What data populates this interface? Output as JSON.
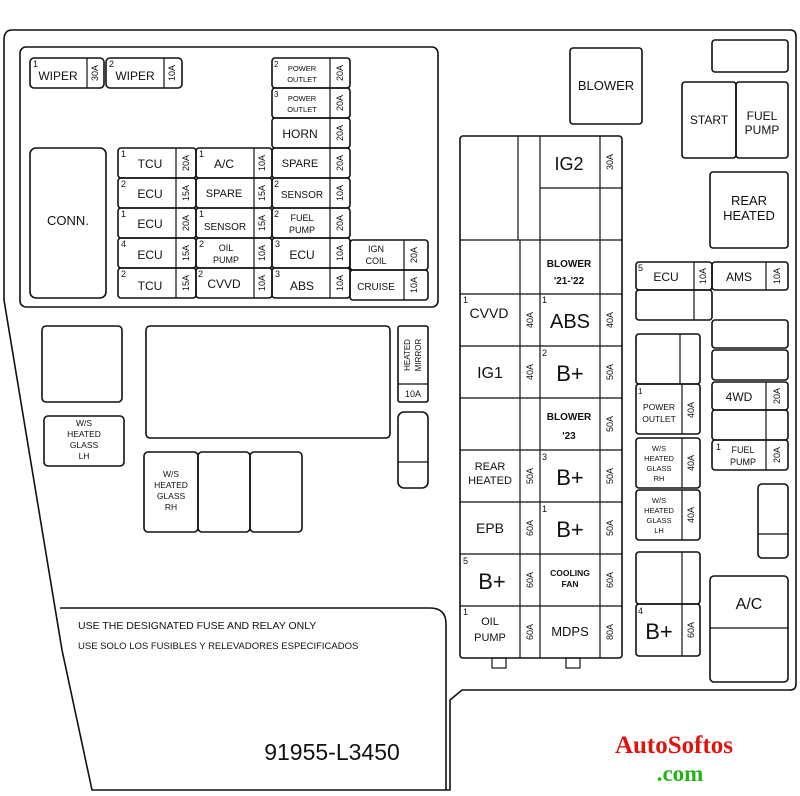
{
  "part_number": "91955-L3450",
  "notice": {
    "line1": "USE THE DESIGNATED FUSE AND RELAY ONLY",
    "line2": "USE SOLO LOS FUSIBLES Y RELEVADORES ESPECIFICADOS"
  },
  "watermark": {
    "line1": "AutoSoftos",
    "line2": ".com"
  },
  "colors": {
    "line": "#111111",
    "watermark_red": "#e0140f",
    "watermark_green": "#22b414"
  },
  "labels": {
    "wiper1": "WIPER",
    "wiper1_amp": "30A",
    "wiper1_num": "1",
    "wiper2": "WIPER",
    "wiper2_amp": "10A",
    "wiper2_num": "2",
    "po2": "POWER OUTLET",
    "po2_num": "2",
    "po2_amp": "20A",
    "po3": "POWER OUTLET",
    "po3_num": "3",
    "po3_amp": "20A",
    "horn": "HORN",
    "horn_amp": "20A",
    "tcu1": "TCU",
    "tcu1_num": "1",
    "tcu1_amp": "20A",
    "ac1": "A/C",
    "ac1_num": "1",
    "ac1_amp": "10A",
    "spare1": "SPARE",
    "spare1_amp": "20A",
    "ecu2": "ECU",
    "ecu2_num": "2",
    "ecu2_amp": "15A",
    "spare2": "SPARE",
    "spare2_amp": "15A",
    "sensor2": "SENSOR",
    "sensor2_num": "2",
    "sensor2_amp": "10A",
    "ecu1": "ECU",
    "ecu1_num": "1",
    "ecu1_amp": "20A",
    "sensor1": "SENSOR",
    "sensor1_num": "1",
    "sensor1_amp": "15A",
    "fuelpump2": "FUEL PUMP",
    "fuelpump2_num": "2",
    "fuelpump2_amp": "20A",
    "ecu4": "ECU",
    "ecu4_num": "4",
    "ecu4_amp": "15A",
    "oilpump2": "OIL PUMP",
    "oilpump2_num": "2",
    "oilpump2_amp": "10A",
    "ecu3": "ECU",
    "ecu3_num": "3",
    "ecu3_amp": "10A",
    "igncoil": "IGN COIL",
    "igncoil_amp": "20A",
    "tcu2": "TCU",
    "tcu2_num": "2",
    "tcu2_amp": "15A",
    "cvvd2": "CVVD",
    "cvvd2_num": "2",
    "cvvd2_amp": "10A",
    "abs3": "ABS",
    "abs3_num": "3",
    "abs3_amp": "10A",
    "cruise": "CRUISE",
    "cruise_amp": "10A",
    "conn": "CONN.",
    "heated_mirror": "HEATED MIRROR",
    "heated_mirror_amp": "10A",
    "ws_lh": "W/S HEATED GLASS LH",
    "ws_rh": "W/S HEATED GLASS RH",
    "blower_relay": "BLOWER",
    "start": "START",
    "fuelpump_relay": "FUEL PUMP",
    "rear_heated_relay": "REAR HEATED",
    "ig2": "IG2",
    "ig2_amp": "30A",
    "blower2122": "BLOWER",
    "blower2122_years": "'21-'22",
    "cvvd1": "CVVD",
    "cvvd1_num": "1",
    "cvvd1_amp": "40A",
    "abs1": "ABS",
    "abs1_num": "1",
    "abs1_amp": "40A",
    "ig1": "IG1",
    "ig1_amp": "40A",
    "bplus2": "B+",
    "bplus2_num": "2",
    "bplus2_amp": "50A",
    "blower23": "BLOWER",
    "blower23_years": "'23",
    "blower23_amp": "50A",
    "rear_heated": "REAR HEATED",
    "rear_heated_amp": "50A",
    "bplus3": "B+",
    "bplus3_num": "3",
    "bplus3_amp": "50A",
    "epb": "EPB",
    "epb_amp": "60A",
    "bplus1": "B+",
    "bplus1_num": "1",
    "bplus1_amp": "50A",
    "bplus5": "B+",
    "bplus5_num": "5",
    "bplus5_amp": "60A",
    "cooling_fan": "COOLING FAN",
    "cooling_fan_amp": "60A",
    "oilpump1": "OIL PUMP",
    "oilpump1_num": "1",
    "oilpump1_amp": "60A",
    "mdps": "MDPS",
    "mdps_amp": "80A",
    "ecu5": "ECU",
    "ecu5_num": "5",
    "ecu5_amp": "10A",
    "ams": "AMS",
    "ams_amp": "10A",
    "po1": "POWER OUTLET",
    "po1_num": "1",
    "po1_amp": "40A",
    "fourwd": "4WD",
    "fourwd_amp": "20A",
    "ws_rh_fuse": "W/S HEATED GLASS RH",
    "ws_rh_fuse_amp": "40A",
    "fuelpump1": "FUEL PUMP",
    "fuelpump1_num": "1",
    "fuelpump1_amp": "20A",
    "ws_lh_fuse": "W/S HEATED GLASS LH",
    "ws_lh_fuse_amp": "40A",
    "ac_relay": "A/C",
    "bplus4": "B+",
    "bplus4_num": "4",
    "bplus4_amp": "60A"
  }
}
